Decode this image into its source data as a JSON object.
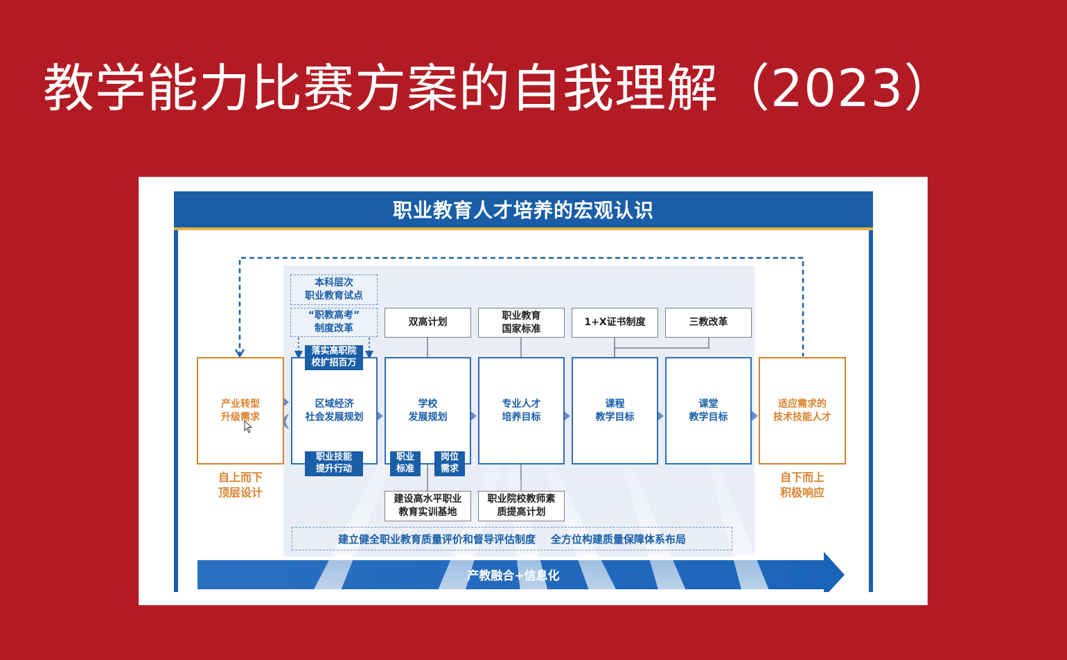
{
  "slide": {
    "title": "教学能力比赛方案的自我理解（2023）"
  },
  "diagram": {
    "header": "职业教育人才培养的宏观认识",
    "left_box": "产业转型\n升级需求",
    "left_label": "自上而下\n顶层设计",
    "right_box": "适应需求的\n技术技能人才",
    "right_label": "自下而上\n积极响应",
    "main_boxes": [
      "区域经济\n社会发展规划",
      "学校\n发展规划",
      "专业人才\n培养目标",
      "课程\n教学目标",
      "课堂\n教学目标"
    ],
    "top_boxes": [
      "双高计划",
      "职业教育\n国家标准",
      "1+X证书制度",
      "三教改革"
    ],
    "dashed_top": [
      "本科层次\n职业教育试点",
      "“职教高考”\n制度改革"
    ],
    "chips": {
      "expand": "落实高职院\n校扩招百万",
      "skills": "职业技能\n提升行动",
      "standard": "职业\n标准",
      "post": "岗位\n需求"
    },
    "bottom_boxes": [
      "建设高水平职业\n教育实训基地",
      "职业院校教师素\n质提高计划"
    ],
    "quality_bar": [
      "建立健全职业教育质量评价和督导评估制度",
      "全方位构建质量保障体系布局"
    ],
    "base_arrow": "产教融合+信息化",
    "colors": {
      "slide_bg": "#b31b24",
      "primary_blue": "#1a5ea8",
      "accent_orange": "#d9822b",
      "header_underline": "#e3b33a"
    }
  }
}
